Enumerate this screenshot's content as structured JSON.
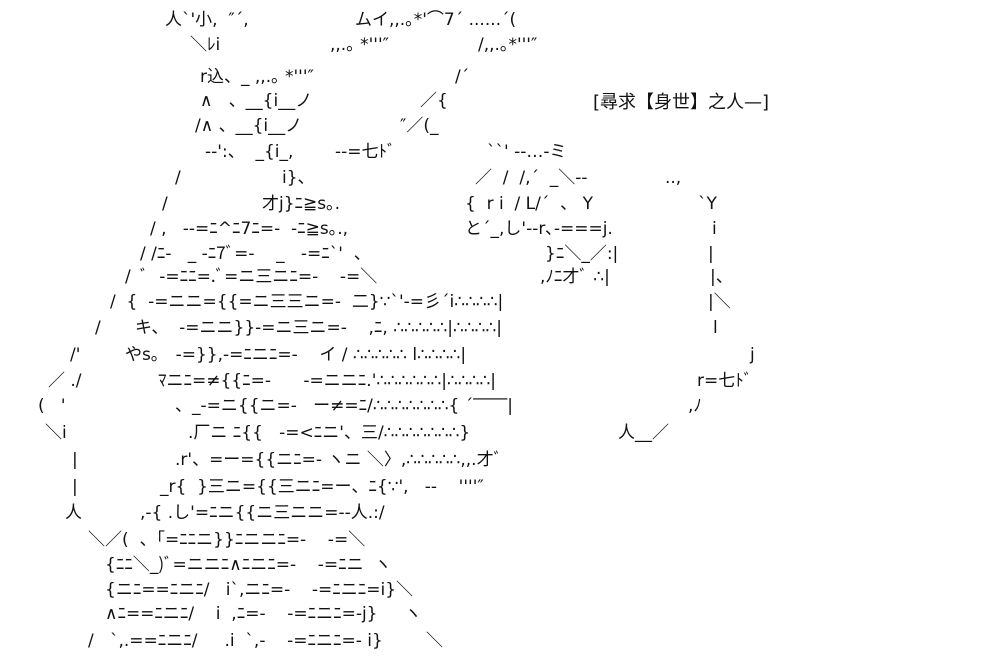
{
  "caption": "[尋求【身世】之人—]",
  "art": {
    "lines": [
      [
        "人`'小,  ″´,",
        "ムイ,,.｡*'⌒7´ ......´("
      ],
      [
        "＼ﾚi",
        ",,.｡ *'''″",
        "/,,.｡*'''″"
      ],
      [
        "r込、_ ,,.｡ *'''″",
        "/´"
      ],
      [
        "∧   、__{i__ノ",
        "／{"
      ],
      [
        "/∧ 、__{i__ノ",
        "″／(_"
      ],
      [
        "--':、  _{i_,",
        "--=七ﾄﾞ",
        "``' --…-ミ"
      ],
      [
        "/",
        "i}、",
        "／  /  /,´  _＼--",
        "..,"
      ],
      [
        "/",
        "才j}ﾆ≧s｡.",
        "{  r i  / L/´  、 Y",
        "`Y"
      ],
      [
        "/ ,   --=ﾆ^ﾆ7ﾆ=-  -ﾆ≧s｡.,",
        "と´_,し'--r､-===j.",
        "i"
      ],
      [
        "/ /ﾆ-   _ -ﾆ7ﾞ=-    _   -=ﾆ`'  、",
        "}ﾆ＼_／:|",
        "|"
      ],
      [
        "/  ﾞ  -=ﾆﾆ=.ﾞ=ニ三ニﾆ=-    -=＼",
        ",ﾉﾆ才ﾞ ∴|",
        "|、"
      ],
      [
        "/  {  -=ニニ={{=ニ三三ニ=-  二}∵`'-=彡´i∴∴∴∴|",
        "|＼"
      ],
      [
        "/",
        "キ、  -=ニニ}}-=ニ三ニ=-    ,ﾆ, ∴∴∴∴∴|∴∴∴∴|",
        "l"
      ],
      [
        "/'",
        "やs｡   -=}},-=ﾆニﾆ=-    イ / ∴∴∴∴∴ l∴∴∴∴|",
        "j"
      ],
      [
        "／ ./",
        "ﾏニﾆ=≠{{ﾆ=-      -=ニニﾆ.'∴∴∴∴∴∴|∴∴∴∴|",
        "r=七ﾄﾞ"
      ],
      [
        "(   '",
        "、_-=ニ{{ニ=-   ー≠=ﾆ/∴∴∴∴∴∴∴{ ´‾‾‾‾|",
        ",ﾉ"
      ],
      [
        "＼i",
        ".厂ニ ﾆ{{   -=<ﾆニ'、三/∴∴∴∴∴∴∴}",
        "人__／"
      ],
      [
        "|",
        ".r'、=ー={{ニﾆ=- ヽニ ＼〉,∴∴∴∴∴,,.才ﾞ"
      ],
      [
        "|",
        "_r{  }三ニ={{三ニﾆ=ー、ﾆ{∵',   --    ''''″"
      ],
      [
        "人",
        ",-{ .し'=ﾆニ{{ニ三ニニ=--人.:/"
      ],
      [
        "＼／(  、｢=ﾆﾆニ}}ﾆニニﾆ=-    -=＼"
      ],
      [
        "{ﾆﾆ＼_)ﾞ=ニニﾆ∧ﾆニﾆ=-    -=ﾆニ  ヽ"
      ],
      [
        "{ニﾆ==ﾆニﾆ/   i`,ニﾆ=-    -=ﾆニﾆ=i}＼"
      ],
      [
        "∧ﾆ==ﾆニﾆ/    i  ,ﾆ=-    -=ﾆニﾆ=-j}     ヽ"
      ],
      [
        "/   `,.==ﾆニﾆ/     .i  `,-    -=ﾆニﾆ=- i}        ＼"
      ]
    ]
  }
}
